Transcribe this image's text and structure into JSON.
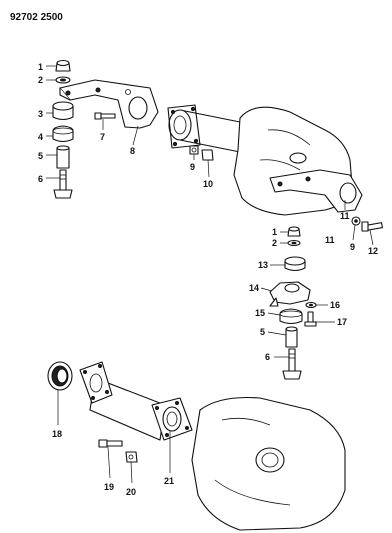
{
  "header": {
    "code": "92702 2500"
  },
  "callouts": [
    {
      "id": "c1a",
      "label": "1"
    },
    {
      "id": "c2a",
      "label": "2"
    },
    {
      "id": "c3",
      "label": "3"
    },
    {
      "id": "c4",
      "label": "4"
    },
    {
      "id": "c5a",
      "label": "5"
    },
    {
      "id": "c6a",
      "label": "6"
    },
    {
      "id": "c7",
      "label": "7"
    },
    {
      "id": "c8",
      "label": "8"
    },
    {
      "id": "c9a",
      "label": "9"
    },
    {
      "id": "c10",
      "label": "10"
    },
    {
      "id": "c11a",
      "label": "11"
    },
    {
      "id": "c11b",
      "label": "11"
    },
    {
      "id": "c9b",
      "label": "9"
    },
    {
      "id": "c12",
      "label": "12"
    },
    {
      "id": "c1b",
      "label": "1"
    },
    {
      "id": "c2b",
      "label": "2"
    },
    {
      "id": "c13",
      "label": "13"
    },
    {
      "id": "c14",
      "label": "14"
    },
    {
      "id": "c16",
      "label": "16"
    },
    {
      "id": "c15",
      "label": "15"
    },
    {
      "id": "c17",
      "label": "17"
    },
    {
      "id": "c5b",
      "label": "5"
    },
    {
      "id": "c6b",
      "label": "6"
    },
    {
      "id": "c18",
      "label": "18"
    },
    {
      "id": "c19",
      "label": "19"
    },
    {
      "id": "c20",
      "label": "20"
    },
    {
      "id": "c21",
      "label": "21"
    }
  ]
}
